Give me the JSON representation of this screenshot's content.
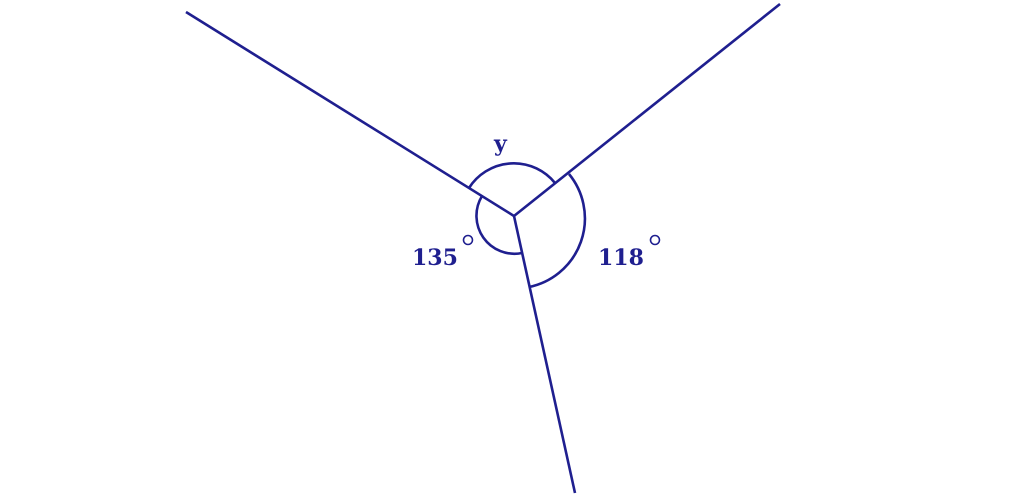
{
  "diagram": {
    "stroke_color": "#1f1f8f",
    "labels": {
      "angle_top": "y",
      "angle_left": "135",
      "angle_right": "118"
    }
  }
}
